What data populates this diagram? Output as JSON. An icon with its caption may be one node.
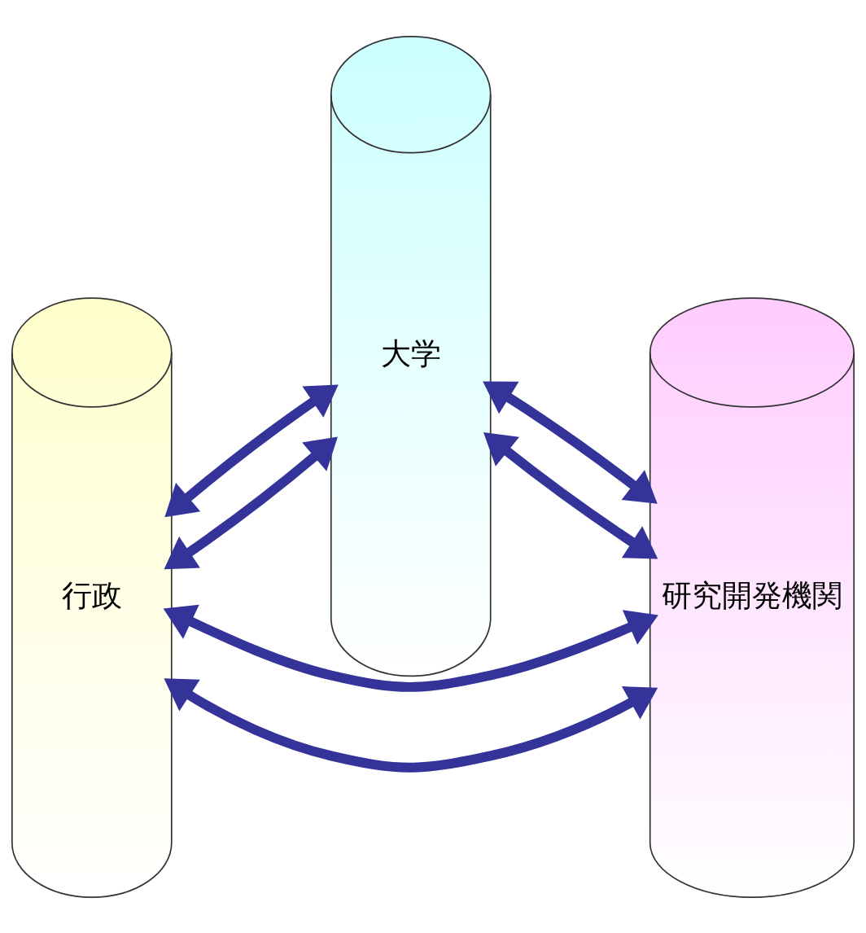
{
  "diagram": {
    "nodes": [
      {
        "text": [
          "行政"
        ]
      },
      {
        "text": [
          "大学"
        ]
      },
      {
        "text": [
          "研究開発機関"
        ]
      }
    ],
    "edges": [
      {
        "from": 0,
        "to": 1,
        "arrow": "both"
      },
      {
        "from": 1,
        "to": 2,
        "arrow": "both"
      },
      {
        "from": 0,
        "to": 2,
        "arrow": "both"
      },
      {
        "from": 0,
        "to": 1,
        "arrow": "both"
      },
      {
        "from": 1,
        "to": 2,
        "arrow": "both"
      },
      {
        "from": 0,
        "to": 2,
        "arrow": "both"
      }
    ]
  }
}
